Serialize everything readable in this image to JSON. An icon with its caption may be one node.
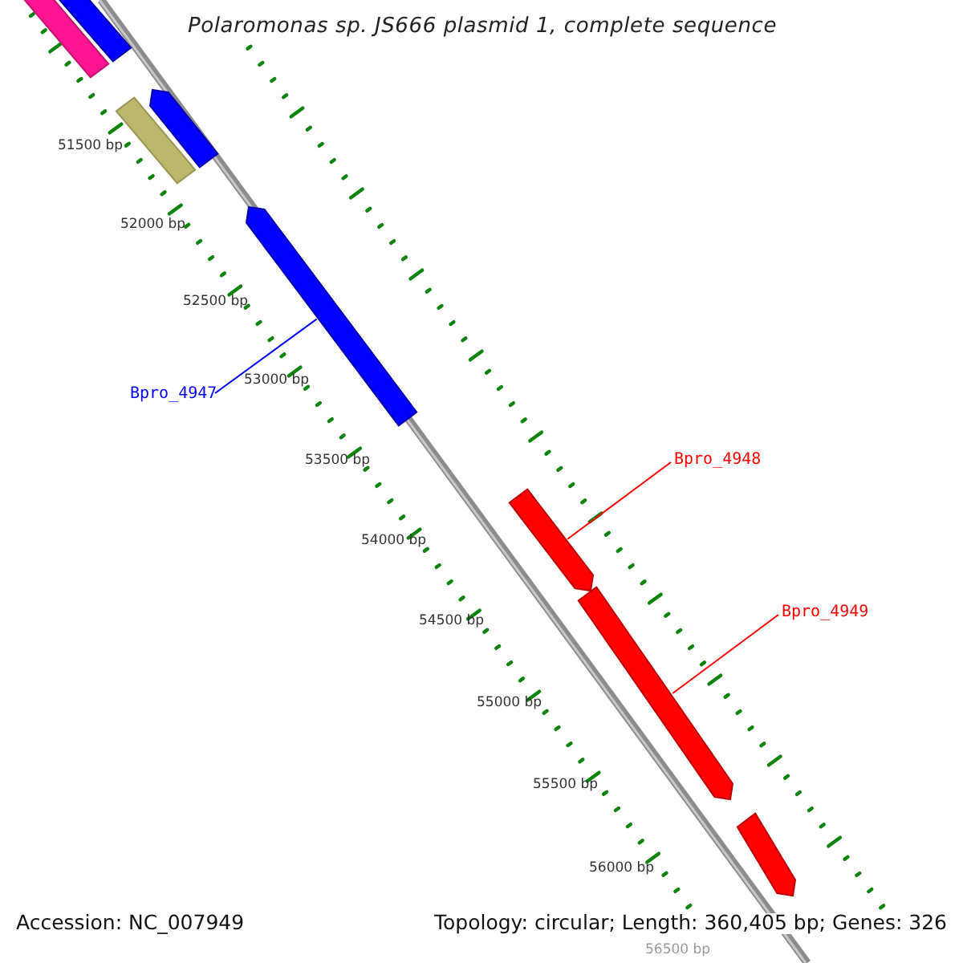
{
  "diagram": {
    "title": "Polaromonas sp. JS666 plasmid 1, complete sequence",
    "nodes": [
      {
        "text": [],
        "shape": "bar"
      },
      {
        "text": [],
        "shape": "bar"
      },
      {
        "text": [],
        "shape": "bar"
      },
      {
        "text": [],
        "shape": "bar"
      },
      {
        "text": [],
        "shape": "bar"
      },
      {
        "text": [],
        "shape": "bar"
      },
      {
        "text": [],
        "shape": "bar"
      },
      {
        "text": [],
        "shape": "bar"
      },
      {
        "text": [
          "Bpro_4947"
        ]
      },
      {
        "text": [
          "Bpro_4948"
        ]
      },
      {
        "text": [
          "Bpro_4949"
        ]
      }
    ],
    "edges": [
      {
        "from": 8,
        "to": 4,
        "arrow": "none",
        "color": "#0000ff"
      },
      {
        "from": 9,
        "to": 5,
        "arrow": "none"
      },
      {
        "from": 10,
        "to": 6,
        "arrow": "none"
      }
    ],
    "labels": [
      "51500 bp",
      "52000 bp",
      "52500 bp",
      "53000 bp",
      "53500 bp",
      "54000 bp",
      "54500 bp",
      "55000 bp",
      "55500 bp",
      "56000 bp",
      "56500 bp",
      "Accession: NC_007949",
      "Topology: circular; Length: 360,405 bp; Genes: 326"
    ]
  }
}
